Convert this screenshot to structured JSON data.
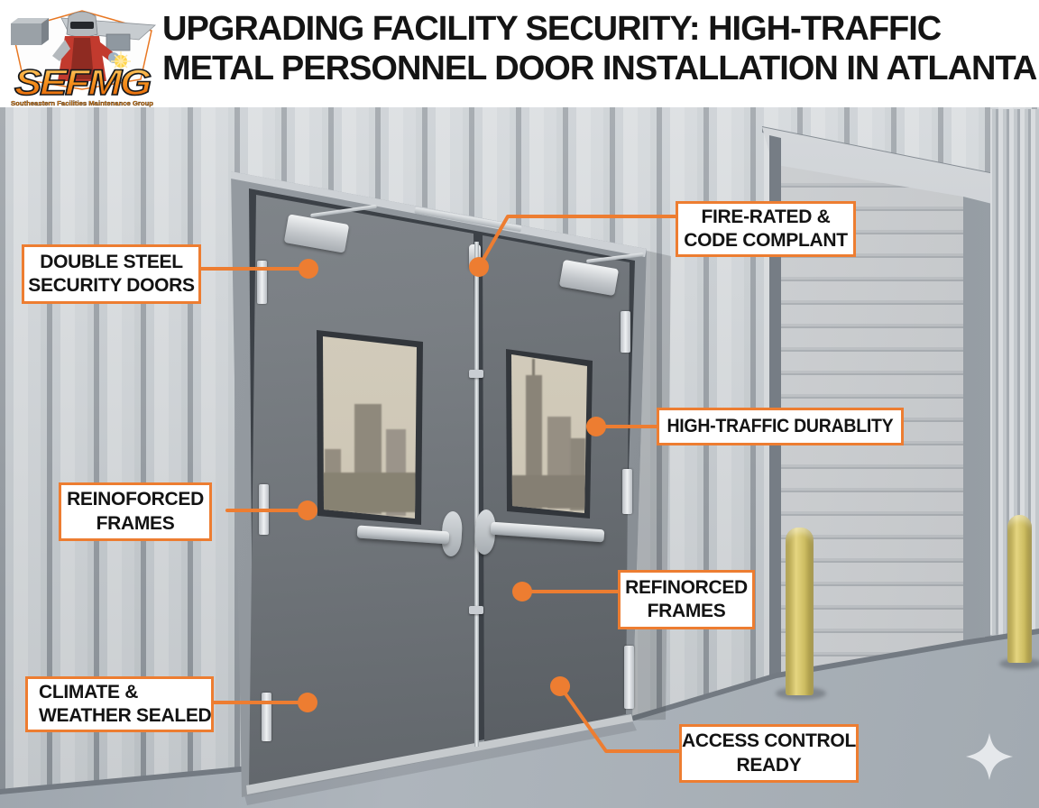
{
  "colors": {
    "accent": "#ED7D31",
    "callout_bg": "#FFFFFF",
    "callout_text": "#131313",
    "title_text": "#141414",
    "bollard_yellow": "#D9C96D",
    "door_gray": "#6E747A"
  },
  "logo": {
    "brand": "SEFMG",
    "tagline": "Southeastern Facilities Maintenance Group"
  },
  "title": {
    "line1": "UPGRADING FACILITY SECURITY: HIGH-TRAFFIC",
    "line2": "METAL PERSONNEL DOOR INSTALLATION IN ATLANTA"
  },
  "callouts": [
    {
      "id": "double-steel-security-doors",
      "lines": [
        "DOUBLE STEEL",
        "SECURITY DOORS"
      ]
    },
    {
      "id": "fire-rated-code-compliant",
      "lines": [
        "FIRE-RATED &",
        "CODE COMPLANT"
      ]
    },
    {
      "id": "high-traffic-durability",
      "lines": [
        "HIGH-TRAFFIC DURABLITY"
      ]
    },
    {
      "id": "reinforced-frames-left",
      "lines": [
        "REINOFORCED",
        "FRAMES"
      ]
    },
    {
      "id": "reinforced-frames-right",
      "lines": [
        "REFINORCED",
        "FRAMES"
      ]
    },
    {
      "id": "climate-weather-sealed",
      "lines": [
        "CLIMATE &",
        "WEATHER SEALED"
      ]
    },
    {
      "id": "access-control-ready",
      "lines": [
        "ACCESS CONTROL",
        "READY"
      ]
    }
  ]
}
